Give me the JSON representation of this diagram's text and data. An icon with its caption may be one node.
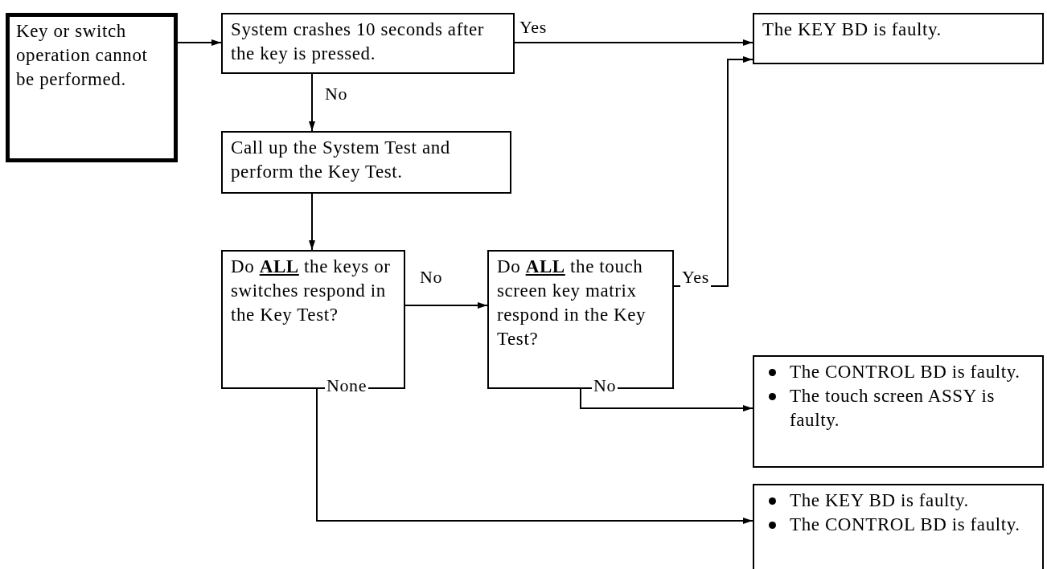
{
  "diagram": {
    "nodes": [
      {
        "text": [
          "Key or switch operation cannot be performed."
        ]
      },
      {
        "text": [
          "System crashes 10 seconds after the key is pressed."
        ]
      },
      {
        "text": [
          "Call up the System Test and perform the Key Test."
        ]
      },
      {
        "text": [
          "Do **ALL** the keys or switches respond in the Key Test?"
        ]
      },
      {
        "text": [
          "Do **ALL** the touch screen key matrix respond in the Key Test?"
        ]
      },
      {
        "text": [
          "The KEY BD is faulty."
        ]
      },
      {
        "text": [
          "The CONTROL BD is faulty.",
          "The touch screen ASSY is faulty."
        ]
      },
      {
        "text": [
          "The KEY BD is faulty.",
          "The CONTROL BD is faulty."
        ]
      }
    ],
    "edges": [
      {
        "from": 0,
        "to": 1,
        "arrow": "to"
      },
      {
        "from": 1,
        "to": 5,
        "arrow": "to",
        "label": "Yes"
      },
      {
        "from": 1,
        "to": 2,
        "arrow": "to",
        "label": "No"
      },
      {
        "from": 2,
        "to": 3,
        "arrow": "to"
      },
      {
        "from": 3,
        "to": 4,
        "arrow": "to",
        "label": "No"
      },
      {
        "from": 4,
        "to": 5,
        "arrow": "to",
        "label": "Yes"
      },
      {
        "from": 4,
        "to": 6,
        "arrow": "to",
        "label": "No"
      },
      {
        "from": 3,
        "to": 7,
        "arrow": "to",
        "label": "None"
      }
    ]
  }
}
